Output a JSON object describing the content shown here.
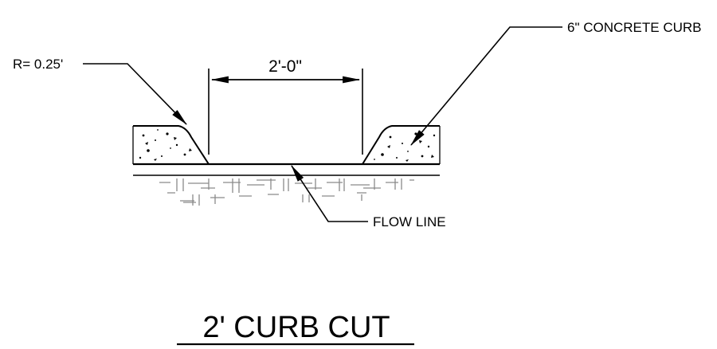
{
  "detail": {
    "radius_note": "R= 0.25'",
    "width_dimension": "2'-0\"",
    "curb_note": "6\" CONCRETE CURB",
    "flow_line_note": "FLOW LINE",
    "title": "2' CURB CUT"
  }
}
